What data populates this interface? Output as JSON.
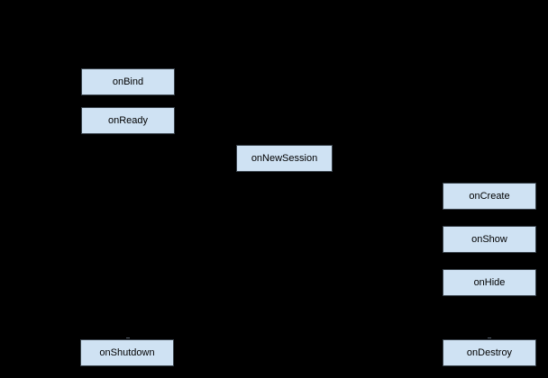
{
  "diagram": {
    "background_color": "#000000",
    "node_fill_color": "#cfe2f3",
    "node_border_color": "#3a444d",
    "node_text_color": "#000000",
    "nodes": [
      {
        "id": "onBind",
        "label": "onBind"
      },
      {
        "id": "onReady",
        "label": "onReady"
      },
      {
        "id": "onNewSession",
        "label": "onNewSession"
      },
      {
        "id": "onCreate",
        "label": "onCreate"
      },
      {
        "id": "onShow",
        "label": "onShow"
      },
      {
        "id": "onHide",
        "label": "onHide"
      },
      {
        "id": "onShutdown",
        "label": "onShutdown"
      },
      {
        "id": "onDestroy",
        "label": "onDestroy"
      }
    ]
  }
}
